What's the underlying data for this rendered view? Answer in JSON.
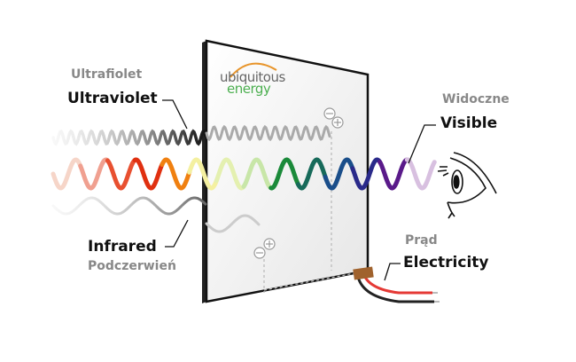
{
  "labels": {
    "ultraviolet_pl": "Ultrafiolet",
    "ultraviolet_en": "Ultraviolet",
    "visible_pl": "Widoczne",
    "visible_en": "Visible",
    "infrared_en": "Infrared",
    "infrared_pl": "Podczerwień",
    "electricity_pl": "Prąd",
    "electricity_en": "Electricity"
  },
  "logo": {
    "line1": "ubiquitous",
    "line2": "energy"
  },
  "colors": {
    "logo_arc": "#e8952b",
    "logo_gray": "#666666",
    "logo_green": "#4caf50",
    "connector": "#a0622d",
    "wire_red": "#e53935",
    "wire_black": "#222222"
  },
  "visible_spectrum": [
    "#f6d5c8",
    "#f0a090",
    "#e85030",
    "#e03010",
    "#f08010",
    "#f4f0a0",
    "#e4f0b0",
    "#c8e6a8",
    "#1b8a3a",
    "#176a5a",
    "#1a4e8a",
    "#2a2a8a",
    "#5a1a8a",
    "#d8c0e0"
  ]
}
